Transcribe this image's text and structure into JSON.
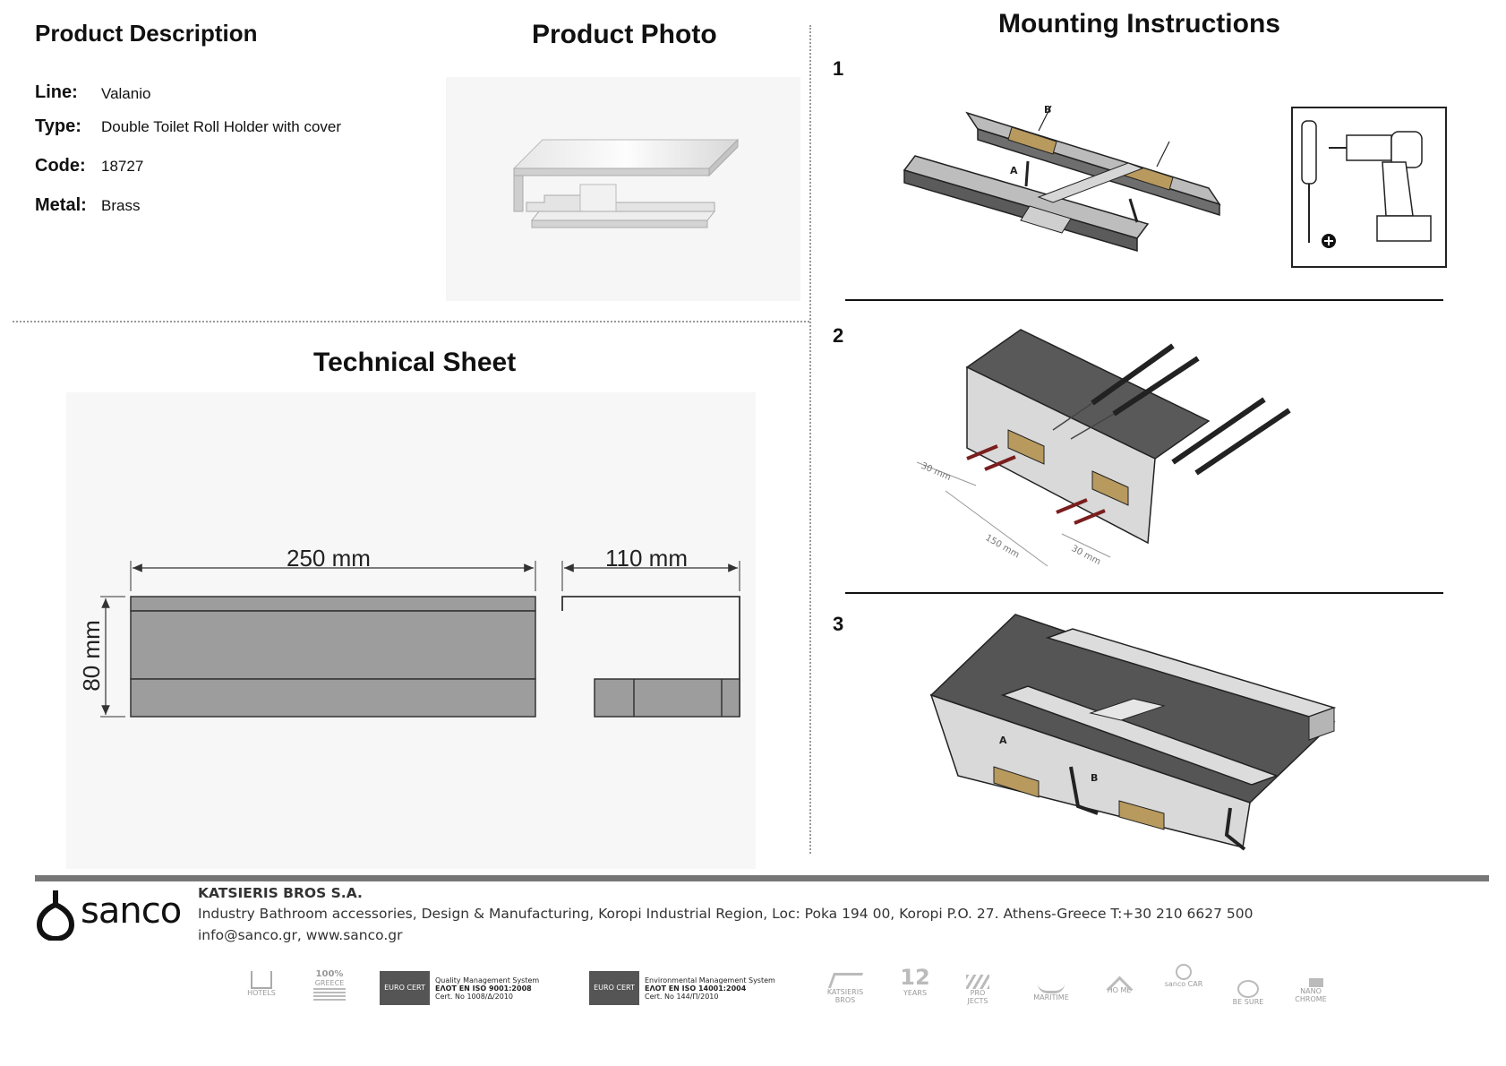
{
  "headings": {
    "description": "Product Description",
    "photo": "Product Photo",
    "mounting": "Mounting Instructions",
    "technical": "Technical Sheet"
  },
  "product": [
    {
      "label": "Line:",
      "value": "Valanio"
    },
    {
      "label": "Type:",
      "value": "Double Toilet Roll Holder with cover"
    },
    {
      "label": "Code:",
      "value": "18727"
    },
    {
      "label": "Metal:",
      "value": "Brass"
    }
  ],
  "technical": {
    "width_label": "250 mm",
    "depth_label": "110 mm",
    "height_label": "80 mm"
  },
  "steps": {
    "s1": {
      "number": "1",
      "mark_a": "A",
      "mark_b": "B"
    },
    "s2": {
      "number": "2",
      "dim_30a": "30 mm",
      "dim_150": "150 mm",
      "dim_30b": "30 mm"
    },
    "s3": {
      "number": "3",
      "mark_a": "A",
      "mark_b": "B"
    }
  },
  "footer": {
    "brand": "sanco",
    "company": "KATSIERIS BROS S.A.",
    "address": "Industry Bathroom accessories, Design & Manufacturing, Koropi Industrial Region, Loc: Poka 194 00, Koropi P.O. 27. Athens-Greece   T:+30 210 6627 500",
    "contact": "info@sanco.gr, www.sanco.gr",
    "logos": {
      "hotels": "HOTELS",
      "greece_top": "100%",
      "greece_bottom": "GREECE",
      "cert1_badge": "EURO CERT",
      "cert1": [
        "Quality Management System",
        "ΕΛΟΤ ΕΝ ISO 9001:2008",
        "Cert. No 1008/Δ/2010"
      ],
      "cert2_badge": "EURO CERT",
      "cert2": [
        "Environmental Management System",
        "ΕΛΟΤ ΕΝ ISO 14001:2004",
        "Cert. No 144/Π/2010"
      ],
      "katsieris": "KATSIERIS BROS",
      "years_num": "12",
      "years": "YEARS",
      "projects": "PRO JECTS",
      "maritime": "MARITIME",
      "home": "HO ME",
      "sanco_care": "sanco CAR",
      "be_sure": "BE SURE",
      "nano": "NANO CHROME"
    }
  }
}
